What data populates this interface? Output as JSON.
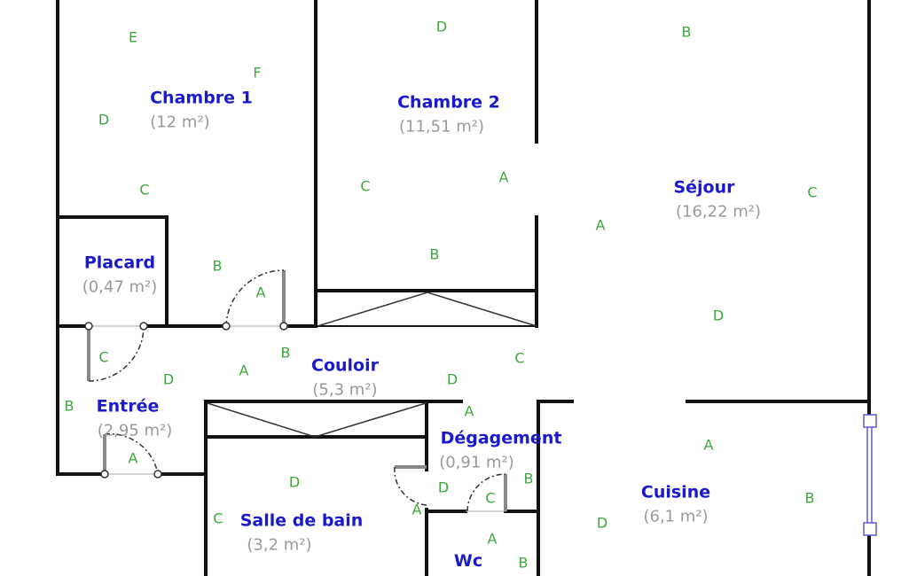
{
  "rooms": [
    {
      "name": "Chambre 1",
      "area": "(12 m²)"
    },
    {
      "name": "Chambre 2",
      "area": "(11,51 m²)"
    },
    {
      "name": "Séjour",
      "area": "(16,22 m²)"
    },
    {
      "name": "Placard",
      "area": "(0,47 m²)"
    },
    {
      "name": "Couloir",
      "area": "(5,3 m²)"
    },
    {
      "name": "Entrée",
      "area": "(2,95 m²)"
    },
    {
      "name": "Dégagement",
      "area": "(0,91 m²)"
    },
    {
      "name": "Cuisine",
      "area": "(6,1 m²)"
    },
    {
      "name": "Salle de bain",
      "area": "(3,2 m²)"
    },
    {
      "name": "Wc"
    }
  ],
  "markers": [
    "E",
    "F",
    "D",
    "C",
    "D",
    "C",
    "A",
    "B",
    "B",
    "C",
    "A",
    "D",
    "B",
    "A",
    "C",
    "D",
    "A",
    "B",
    "D",
    "C",
    "B",
    "A",
    "A",
    "D",
    "B",
    "A",
    "B",
    "D",
    "C",
    "A",
    "C",
    "D",
    "A",
    "B"
  ],
  "colors": {
    "wall": "#111111",
    "room_name": "#1a1acc",
    "area": "#999999",
    "marker": "#3fa63f"
  }
}
